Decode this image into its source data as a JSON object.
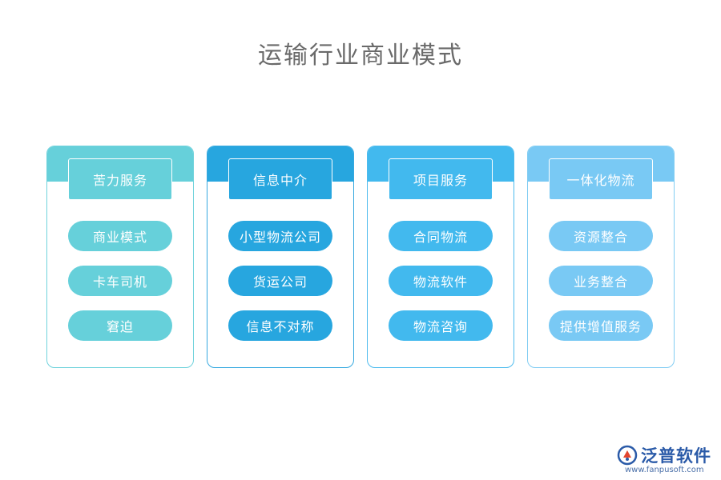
{
  "title": "运输行业商业模式",
  "columns": [
    {
      "header": "苦力服务",
      "color": "#66d0da",
      "items": [
        "商业模式",
        "卡车司机",
        "窘迫"
      ]
    },
    {
      "header": "信息中介",
      "color": "#27a6df",
      "items": [
        "小型物流公司",
        "货运公司",
        "信息不对称"
      ]
    },
    {
      "header": "项目服务",
      "color": "#42b9ee",
      "items": [
        "合同物流",
        "物流软件",
        "物流咨询"
      ]
    },
    {
      "header": "一体化物流",
      "color": "#79c9f4",
      "items": [
        "资源整合",
        "业务整合",
        "提供增值服务"
      ]
    }
  ],
  "logo": {
    "brand": "泛普软件",
    "url": "www.fanpusoft.com",
    "icon": "fanpu-logo-icon"
  }
}
